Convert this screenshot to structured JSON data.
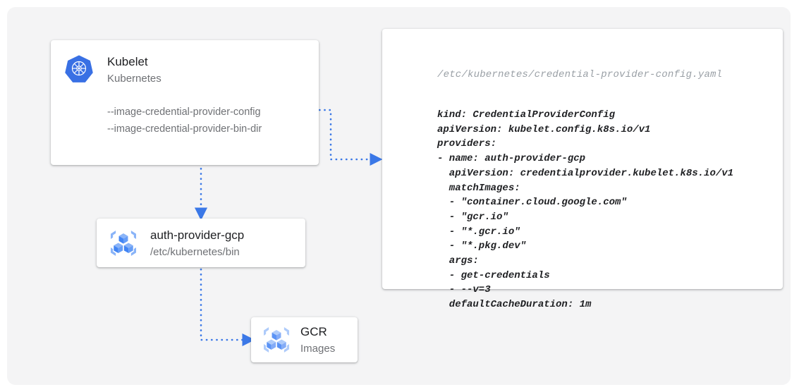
{
  "canvas": {
    "background_color": "#f4f4f5",
    "page_background": "#ffffff"
  },
  "colors": {
    "accent_blue": "#3b78e7",
    "k8s_blue": "#3970e4",
    "icon_blue": "#4285f4",
    "icon_blue_light": "#8ab4f8",
    "text_primary": "#202124",
    "text_secondary": "#6f7175",
    "code_muted": "#9aa0a6"
  },
  "nodes": {
    "kubelet": {
      "icon": "kubernetes-logo-icon",
      "title": "Kubelet",
      "subtitle": "Kubernetes",
      "flags": [
        "--image-credential-provider-config",
        "--image-credential-provider-bin-dir"
      ]
    },
    "auth_provider": {
      "icon": "container-registry-icon",
      "title": "auth-provider-gcp",
      "subtitle": "/etc/kubernetes/bin"
    },
    "gcr": {
      "icon": "container-registry-icon",
      "title": "GCR",
      "subtitle": "Images"
    }
  },
  "config_panel": {
    "filename": "/etc/kubernetes/credential-provider-config.yaml",
    "yaml": "kind: CredentialProviderConfig\napiVersion: kubelet.config.k8s.io/v1\nproviders:\n- name: auth-provider-gcp\n  apiVersion: credentialprovider.kubelet.k8s.io/v1\n  matchImages:\n  - \"container.cloud.google.com\"\n  - \"gcr.io\"\n  - \"*.gcr.io\"\n  - \"*.pkg.dev\"\n  args:\n  - get-credentials\n  - --v=3\n  defaultCacheDuration: 1m",
    "yaml_lines": [
      "kind: CredentialProviderConfig",
      "apiVersion: kubelet.config.k8s.io/v1",
      "providers:",
      "- name: auth-provider-gcp",
      "  apiVersion: credentialprovider.kubelet.k8s.io/v1",
      "  matchImages:",
      "  - \"container.cloud.google.com\"",
      "  - \"gcr.io\"",
      "  - \"*.gcr.io\"",
      "  - \"*.pkg.dev\"",
      "  args:",
      "  - get-credentials",
      "  - --v=3",
      "  defaultCacheDuration: 1m"
    ]
  },
  "connectors": [
    {
      "name": "kubelet-config-to-yaml",
      "from": "kubelet-flags",
      "to": "config-panel",
      "style": "dotted",
      "arrow": "right"
    },
    {
      "name": "kubelet-to-auth-provider",
      "from": "kubelet",
      "to": "auth-provider",
      "style": "dotted",
      "arrow": "down"
    },
    {
      "name": "auth-provider-to-gcr",
      "from": "auth-provider",
      "to": "gcr",
      "style": "dotted",
      "arrow": "right"
    }
  ]
}
